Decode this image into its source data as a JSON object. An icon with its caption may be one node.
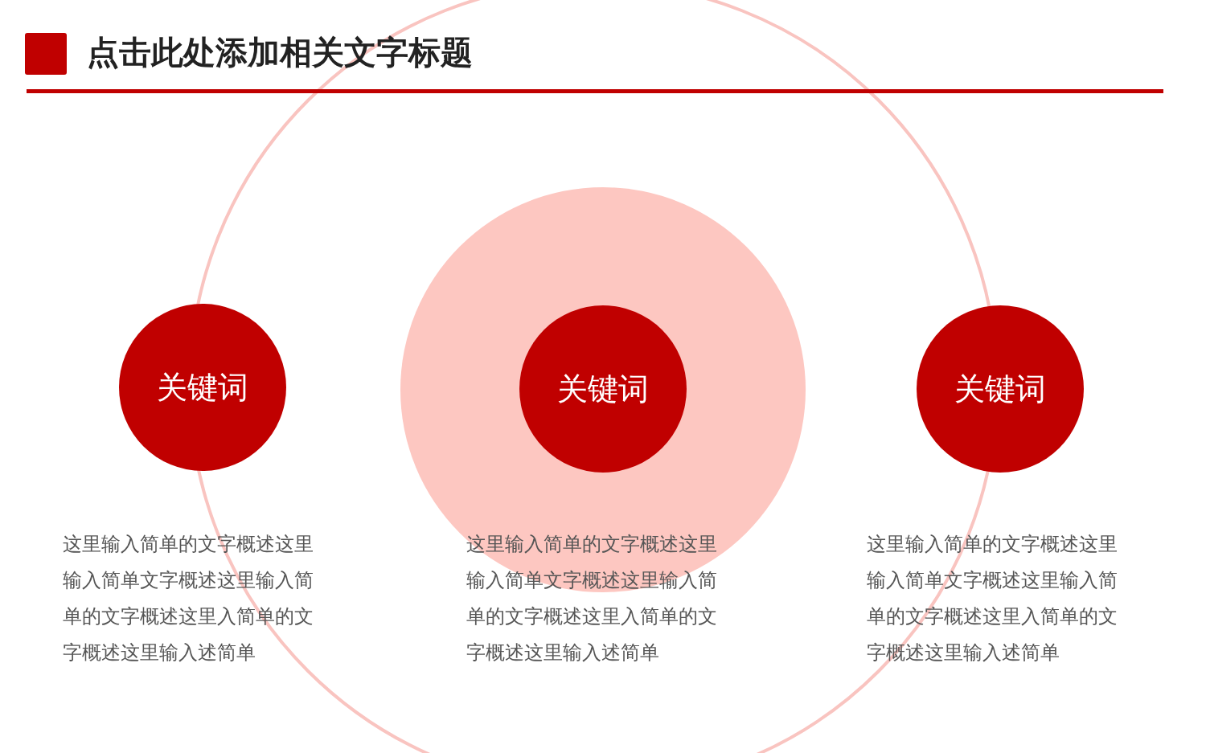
{
  "diagram": {
    "title": "点击此处添加相关文字标题",
    "nodes": [
      {
        "text": [
          "关键词"
        ],
        "beside": [
          "这里输入简单的文字概述这里输入简单文字概述这里输入简单的文字概述这里入简单的文字概述这里输入述简单"
        ]
      },
      {
        "text": [
          "关键词"
        ],
        "beside": [
          "这里输入简单的文字概述这里输入简单文字概述这里输入简单的文字概述这里入简单的文字概述这里输入述简单"
        ]
      },
      {
        "text": [
          "关键词"
        ],
        "beside": [
          "这里输入简单的文字概述这里输入简单文字概述这里输入简单的文字概述这里入简单的文字概述这里输入述简单"
        ]
      }
    ]
  }
}
